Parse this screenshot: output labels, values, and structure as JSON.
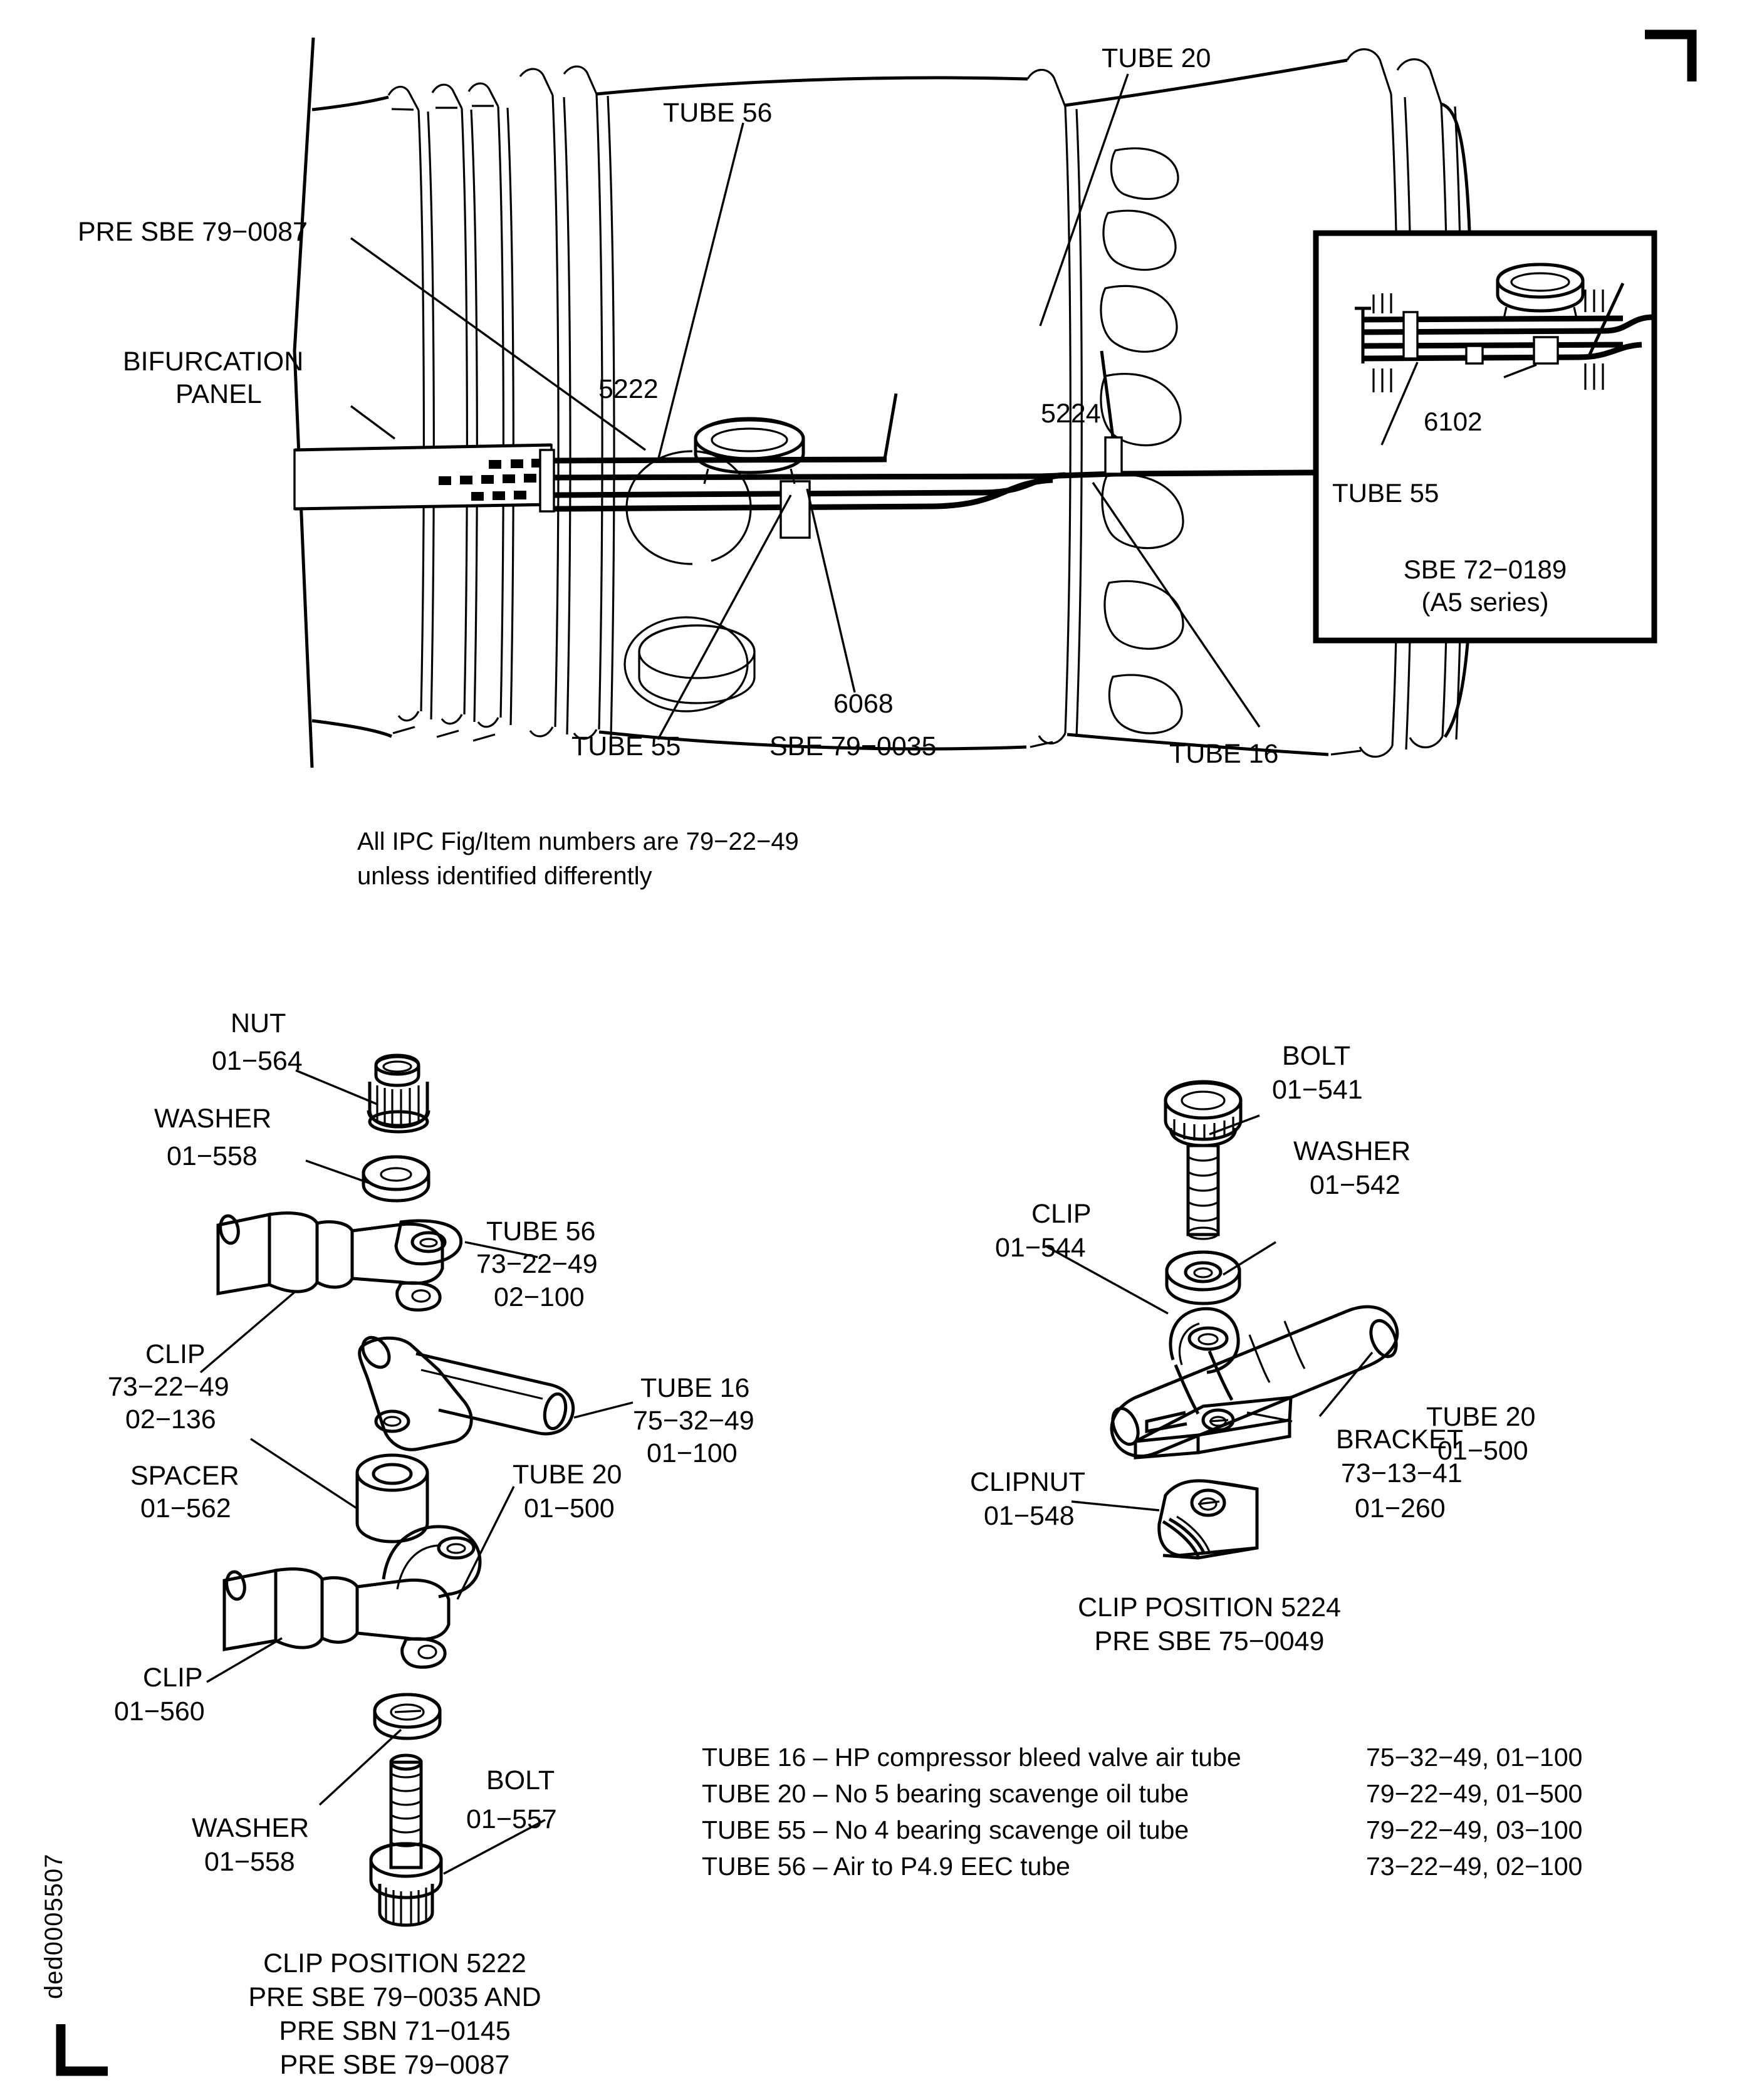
{
  "figure": {
    "drawing_code": "ded0005507",
    "note_line1": "All IPC Fig/Item numbers are 79−22−49",
    "note_line2": "unless identified differently"
  },
  "engine_view": {
    "callouts": {
      "pre_sbe": "PRE SBE 79−0087",
      "bifurcation_l1": "BIFURCATION",
      "bifurcation_l2": "PANEL",
      "tube56": "TUBE 56",
      "tube20": "TUBE 20",
      "pos_5222": "5222",
      "pos_5224": "5224",
      "tube55": "TUBE 55",
      "item_6068": "6068",
      "sbe_79_0035": "SBE 79−0035",
      "tube16": "TUBE 16"
    }
  },
  "inset": {
    "item_6102": "6102",
    "tube55": "TUBE 55",
    "title_l1": "SBE 72−0189",
    "title_l2": "(A5 series)"
  },
  "exploded_left": {
    "nut": {
      "name": "NUT",
      "item": "01−564"
    },
    "washer_top": {
      "name": "WASHER",
      "item": "01−558"
    },
    "tube56": {
      "name": "TUBE 56",
      "fig": "73−22−49",
      "item": "02−100"
    },
    "clip_top": {
      "name": "CLIP",
      "fig": "73−22−49",
      "item": "02−136"
    },
    "tube16": {
      "name": "TUBE 16",
      "fig": "75−32−49",
      "item": "01−100"
    },
    "spacer": {
      "name": "SPACER",
      "item": "01−562"
    },
    "tube20": {
      "name": "TUBE 20",
      "item": "01−500"
    },
    "clip_bottom": {
      "name": "CLIP",
      "item": "01−560"
    },
    "washer_bottom": {
      "name": "WASHER",
      "item": "01−558"
    },
    "bolt": {
      "name": "BOLT",
      "item": "01−557"
    },
    "caption": [
      "CLIP POSITION 5222",
      "PRE SBE 79−0035 AND",
      "PRE SBN 71−0145",
      "PRE SBE 79−0087"
    ]
  },
  "exploded_right": {
    "bolt": {
      "name": "BOLT",
      "item": "01−541"
    },
    "washer": {
      "name": "WASHER",
      "item": "01−542"
    },
    "clip": {
      "name": "CLIP",
      "item": "01−544"
    },
    "tube20": {
      "name": "TUBE 20",
      "item": "01−500"
    },
    "bracket": {
      "name": "BRACKET",
      "fig": "73−13−41",
      "item": "01−260"
    },
    "clipnut": {
      "name": "CLIPNUT",
      "item": "01−548"
    },
    "caption": [
      "CLIP POSITION 5224",
      "PRE SBE 75−0049"
    ]
  },
  "legend": {
    "rows": [
      {
        "tube": "TUBE 16 – HP compressor bleed valve air tube",
        "ref": "75−32−49, 01−100"
      },
      {
        "tube": "TUBE 20 – No 5 bearing scavenge oil tube",
        "ref": "79−22−49, 01−500"
      },
      {
        "tube": "TUBE 55 – No 4 bearing scavenge oil tube",
        "ref": "79−22−49, 03−100"
      },
      {
        "tube": "TUBE 56 – Air to P4.9 EEC tube",
        "ref": "73−22−49, 02−100"
      }
    ]
  },
  "colors": {
    "ink": "#000000",
    "paper": "#ffffff"
  }
}
